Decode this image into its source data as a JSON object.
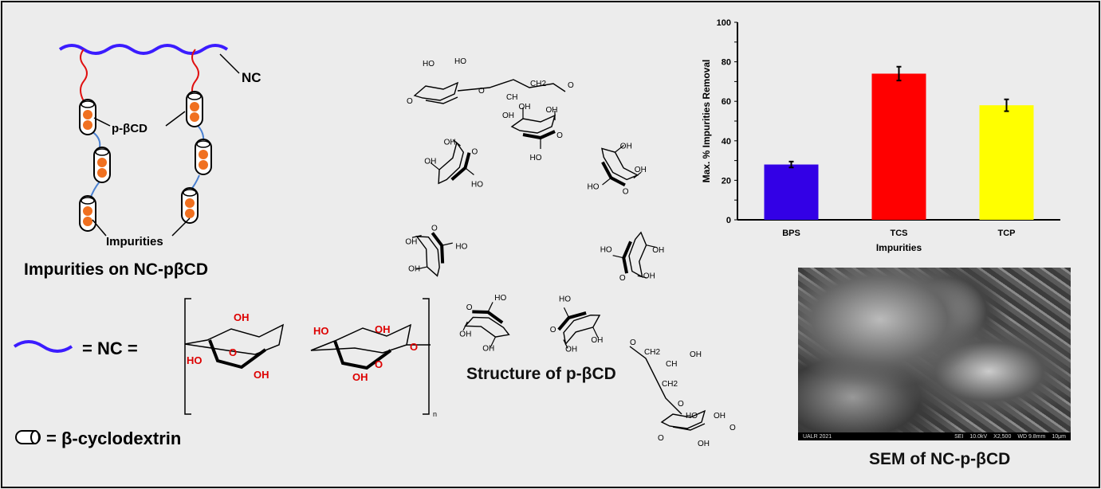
{
  "left_diagram": {
    "nc_label": "NC",
    "pbcd_label": "p-βCD",
    "impurities_label": "Impurities",
    "title": "Impurities on NC-pβCD"
  },
  "legend": {
    "nc_equals": "= NC =",
    "cd_equals": "= β-cyclodextrin"
  },
  "cellulose": {
    "labels": [
      "OH",
      "HO",
      "OH",
      "O",
      "HO",
      "OH",
      "O",
      "OH",
      "O"
    ],
    "n": "n"
  },
  "structure": {
    "ring_labels": [
      "O",
      "OH",
      "HO"
    ],
    "top_labels": [
      "HO",
      "O",
      "HO",
      "O",
      "CH",
      "CH2",
      "OH",
      "O"
    ],
    "bottom_labels": [
      "O",
      "CH2",
      "CH",
      "OH",
      "CH2",
      "O",
      "O",
      "OH",
      "HO",
      "OH",
      "O"
    ],
    "title": "Structure of p-βCD"
  },
  "sem": {
    "caption": "SEM of NC-p-βCD",
    "bar": [
      "UALR 2021",
      "SEI",
      "10.0kV",
      "X2,500",
      "WD 9.8mm",
      "10μm"
    ]
  },
  "chart_data": {
    "type": "bar",
    "categories": [
      "BPS",
      "TCS",
      "TCP"
    ],
    "values": [
      28,
      74,
      58
    ],
    "errors": [
      1.5,
      3.5,
      3
    ],
    "colors": [
      "#3300e6",
      "#ff0000",
      "#ffff00"
    ],
    "xlabel": "Impurities",
    "ylabel": "Max. % Impurities Removal",
    "ylim": [
      0,
      100
    ],
    "yticks": [
      0,
      20,
      40,
      60,
      80,
      100
    ],
    "grid": false
  }
}
